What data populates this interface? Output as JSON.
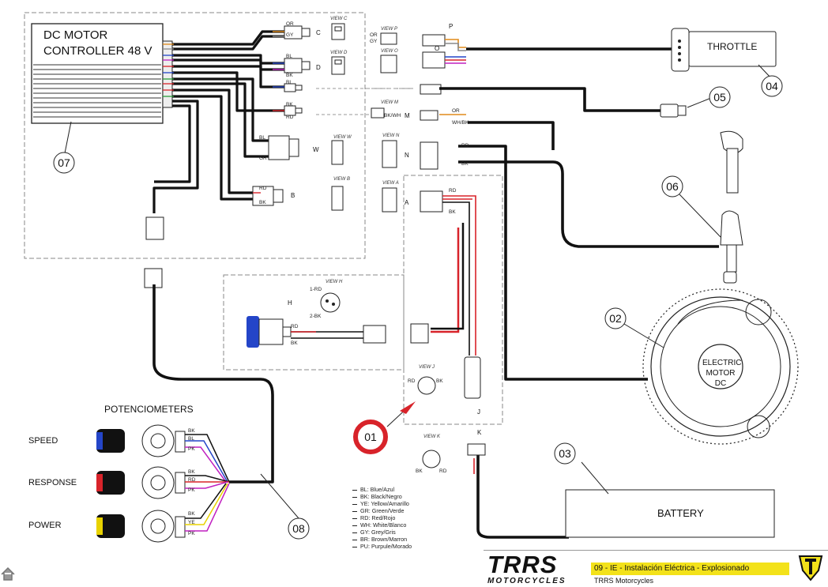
{
  "controller": {
    "title_line1": "DC MOTOR",
    "title_line2": "CONTROLLER  48 V"
  },
  "throttle_label": "THROTTLE",
  "motor": {
    "line1": "ELECTRIC",
    "line2": "MOTOR",
    "line3": "DC"
  },
  "battery_label": "BATTERY",
  "pots": {
    "title": "POTENCIOMETERS",
    "speed": "SPEED",
    "response": "RESPONSE",
    "power": "POWER"
  },
  "callouts": [
    "01",
    "02",
    "03",
    "04",
    "05",
    "06",
    "07",
    "08"
  ],
  "legend": [
    "BL: Blue/Azul",
    "BK: Black/Negro",
    "YE: Yellow/Amarillo",
    "GR: Green/Verde",
    "RD: Red/Rojo",
    "WH: White/Blanco",
    "GY: Grey/Gris",
    "BR: Brown/Marron",
    "PU: Purpule/Morado"
  ],
  "title_block": {
    "logo": "TRRS",
    "logo_sub": "MOTORCYCLES",
    "caption": "09 - IE - Instalación Eléctrica - Explosionado",
    "company": "TRRS Motorcycles"
  },
  "views": {
    "c": "VIEW C",
    "d": "VIEW D",
    "p": "VIEW P",
    "o": "VIEW O",
    "m": "VIEW M",
    "n": "VIEW N",
    "a": "VIEW A",
    "w": "VIEW W",
    "b": "VIEW B",
    "h": "VIEW H",
    "j": "VIEW J",
    "k": "VIEW K"
  },
  "connector_letters": {
    "c": "C",
    "d": "D",
    "w": "W",
    "b": "B",
    "p": "P",
    "o": "O",
    "m": "M",
    "n": "N",
    "a": "A",
    "h": "H",
    "j": "J",
    "k": "K"
  },
  "wire_tags": {
    "or": "OR",
    "gy": "GY",
    "bl": "BL",
    "bk": "BK",
    "rd": "RD",
    "gr": "GR",
    "ye": "YE",
    "pk": "PK",
    "wh_bk": "WH/BK",
    "bk_wh": "BK/WH",
    "rd1": "1-RD",
    "bk2": "2-BK"
  },
  "colors": {
    "red": "#d8232a",
    "blue": "#2445c8",
    "yellow": "#e8d200",
    "magenta": "#c020c0",
    "orange": "#e08a1a",
    "grey": "#888888",
    "title_yellow": "#f3e21a"
  }
}
